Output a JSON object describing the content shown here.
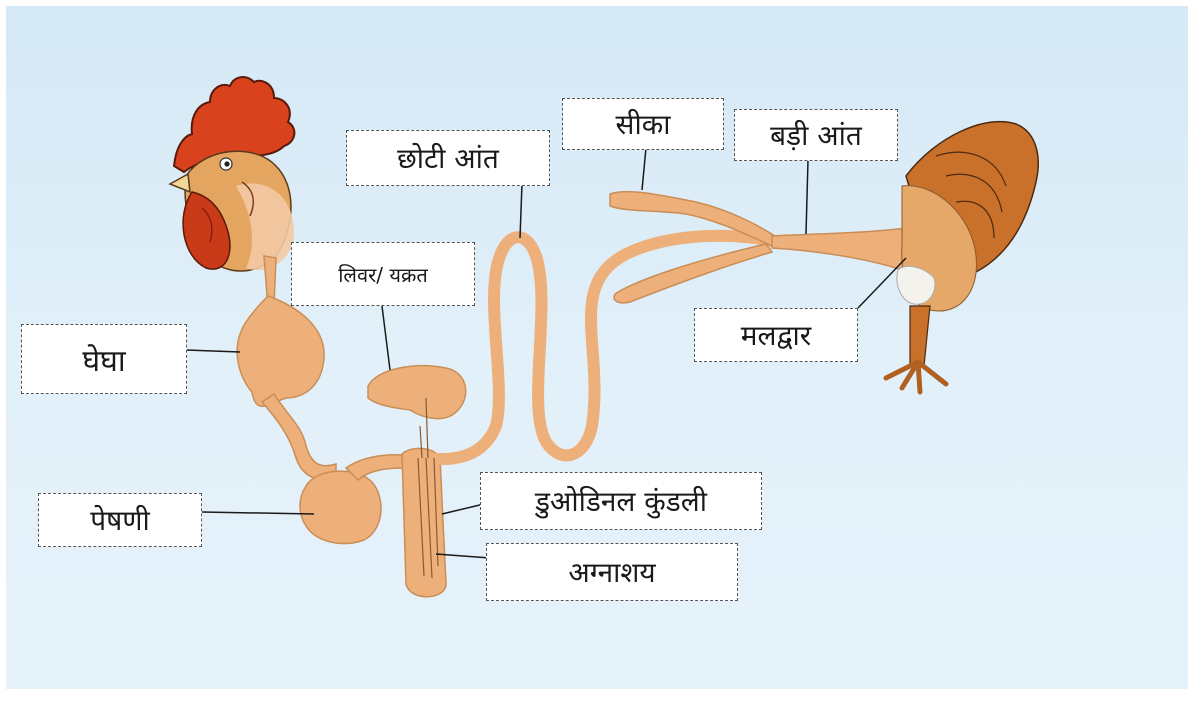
{
  "labels": {
    "crop": "घेघा",
    "liver": "लिवर/ यक्रत",
    "small_intestine": "छोटी आंत",
    "caeca": "सीका",
    "large_intestine": "बड़ी आंत",
    "vent": "मलद्वार",
    "gizzard": "पेषणी",
    "duodenal_loop": "डुओडिनल कुंडली",
    "pancreas": "अग्नाशय"
  },
  "colors": {
    "gut": "#eeb07a",
    "gut_outline": "#c98d55",
    "comb": "#d8431e",
    "feathers": "#c9702a",
    "leader_line": "#1a1a1a"
  }
}
